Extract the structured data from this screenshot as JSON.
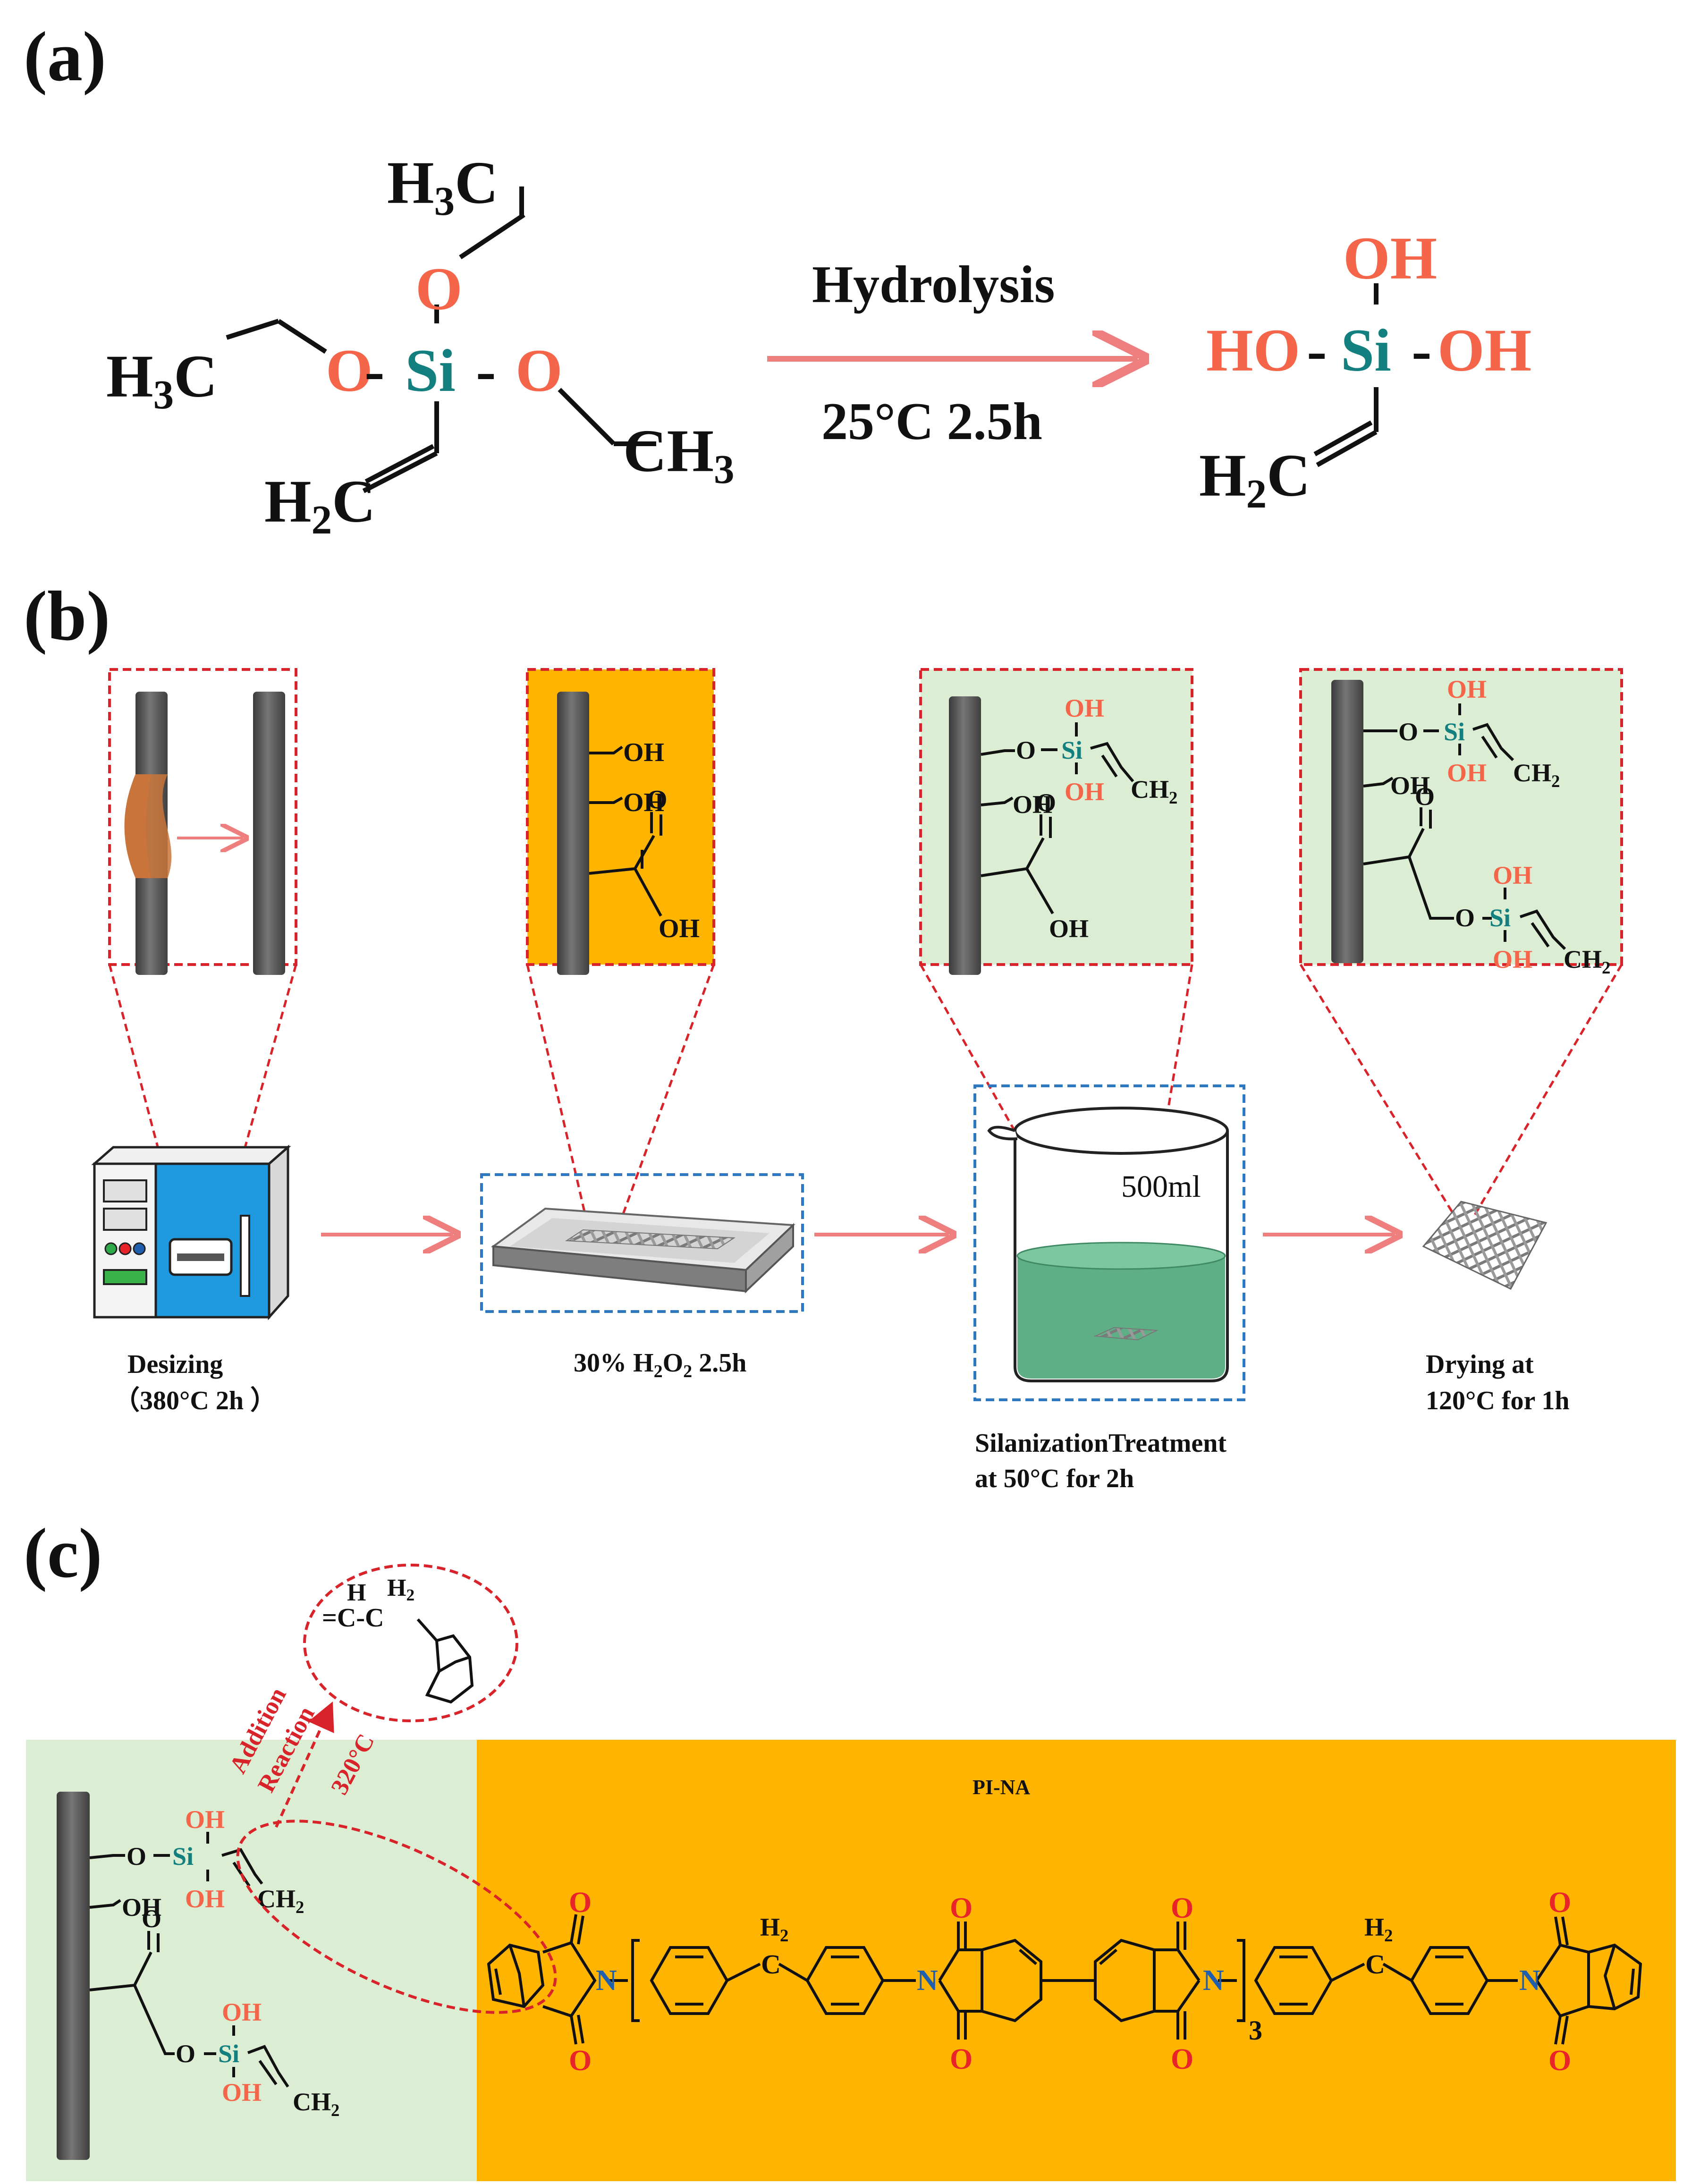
{
  "panel_labels": {
    "a": "(a)",
    "b": "(b)",
    "c": "(c)"
  },
  "colors": {
    "oxygen": "#f5654a",
    "silicon": "#147f7f",
    "arrow": "#ef7f7f",
    "red_dash": "#d9232a",
    "blue_dash": "#2e78c0",
    "green_bg": "#dbeed4",
    "orange_bg": "#ffb400",
    "fiber": "#5a5a5a",
    "sizing": "#c8743a",
    "oven_blue": "#1f9ae0",
    "liquid": "#5faf86",
    "imide_n": "#1f5fae",
    "imide_o": "#e8232a"
  },
  "panel_a": {
    "reactant": {
      "top_ethyl_base": "H",
      "top_ethyl_sub": "3",
      "top_ethyl_tail": "C",
      "left_ethyl_base": "H",
      "left_ethyl_sub": "3",
      "left_ethyl_tail": "C",
      "right_ethyl_base": "CH",
      "right_ethyl_sub": "3",
      "vinyl_base": "H",
      "vinyl_sub": "2",
      "vinyl_tail": "C",
      "oxygen": "O",
      "silicon": "Si",
      "bond": "-"
    },
    "arrow_label_top": "Hydrolysis",
    "arrow_label_bottom": "25°C 2.5h",
    "product": {
      "oh_top": "OH",
      "ho_left": "HO",
      "oh_right": "OH",
      "silicon": "Si",
      "bond": "-",
      "vinyl_base": "H",
      "vinyl_sub": "2",
      "vinyl_tail": "C"
    }
  },
  "panel_b": {
    "zoom2": {
      "oh1": "OH",
      "oh2": "OH",
      "acid_o": "O",
      "acid_oh": "OH"
    },
    "zoom3": {
      "o": "O",
      "si": "Si",
      "oh_top": "OH",
      "oh_bottom": "OH",
      "ch2_base": "CH",
      "ch2_sub": "2",
      "oh_free": "OH",
      "acid_o": "O",
      "acid_oh": "OH"
    },
    "zoom4": {
      "o": "O",
      "si": "Si",
      "oh_top": "OH",
      "oh_bottom": "OH",
      "ch2_base": "CH",
      "ch2_sub": "2",
      "oh_free": "OH",
      "ester_o": "O",
      "ester_link_o": "O",
      "si2": "Si",
      "oh2_top": "OH",
      "oh2_bottom": "OH",
      "ch2b_base": "CH",
      "ch2b_sub": "2"
    },
    "beaker_volume": "500ml",
    "steps": [
      {
        "line1": "Desizing",
        "line2": "（380°C 2h ）"
      },
      {
        "line1_a": "30% H",
        "line1_sub1": "2",
        "line1_b": "O",
        "line1_sub2": "2",
        "line1_c": " 2.5h"
      },
      {
        "line1": "SilanizationTreatment",
        "line2": "at 50°C for 2h"
      },
      {
        "line1": "Drying at",
        "line2": "120°C for 1h"
      }
    ]
  },
  "panel_c": {
    "circle_group": {
      "h": "H",
      "h2_base": "H",
      "h2_sub": "2",
      "chain": "=C-C"
    },
    "reaction_labels": {
      "addition": "Addition",
      "reaction": "Reaction",
      "temp": "320°C"
    },
    "matrix_label": "PI-NA",
    "fiber": {
      "o": "O",
      "si": "Si",
      "oh_top": "OH",
      "oh_bottom": "OH",
      "ch2_base": "CH",
      "ch2_sub": "2",
      "oh_free": "OH",
      "ester_o": "O",
      "ester_link_o": "O",
      "si2": "Si",
      "oh2_top": "OH",
      "oh2_bottom": "OH",
      "ch2b_base": "CH",
      "ch2b_sub": "2"
    },
    "polymer": {
      "n": "N",
      "o": "O",
      "h2_base": "H",
      "h2_sub": "2",
      "ch": "C",
      "bracket_open": "[",
      "bracket_close": "]",
      "repeat": "3"
    }
  }
}
